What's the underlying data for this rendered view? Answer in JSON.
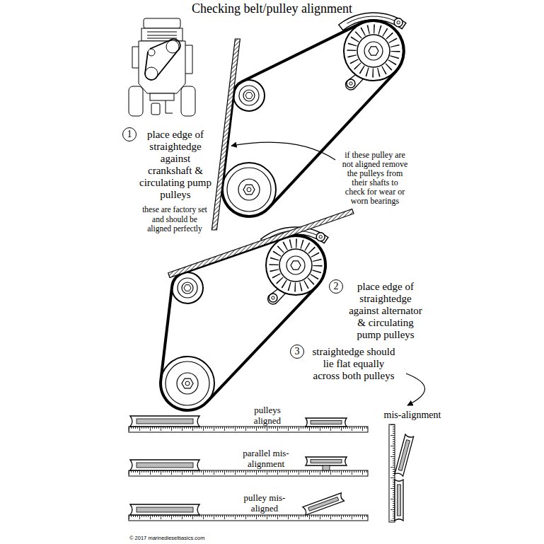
{
  "diagram": {
    "title": "Checking belt/pulley alignment",
    "nodes": [
      {
        "text": [
          "1"
        ]
      },
      {
        "text": [
          "2"
        ]
      },
      {
        "text": [
          "3"
        ]
      }
    ],
    "labels": [
      "place edge of straightedge against crankshaft & circulating pump pulleys",
      "these are factory set and should be aligned perfectly",
      "if these pulley are not aligned remove the pulleys from their shafts to check for wear or worn bearings",
      "place edge of straightedge against alternator & circulating pump pulleys",
      "straightedge should lie flat equally across both pulleys",
      "mis-alignment",
      "pulleys aligned",
      "parallel mis-alignment",
      "pulley mis-aligned",
      "© 2017 marinedieselbasics.com"
    ]
  }
}
